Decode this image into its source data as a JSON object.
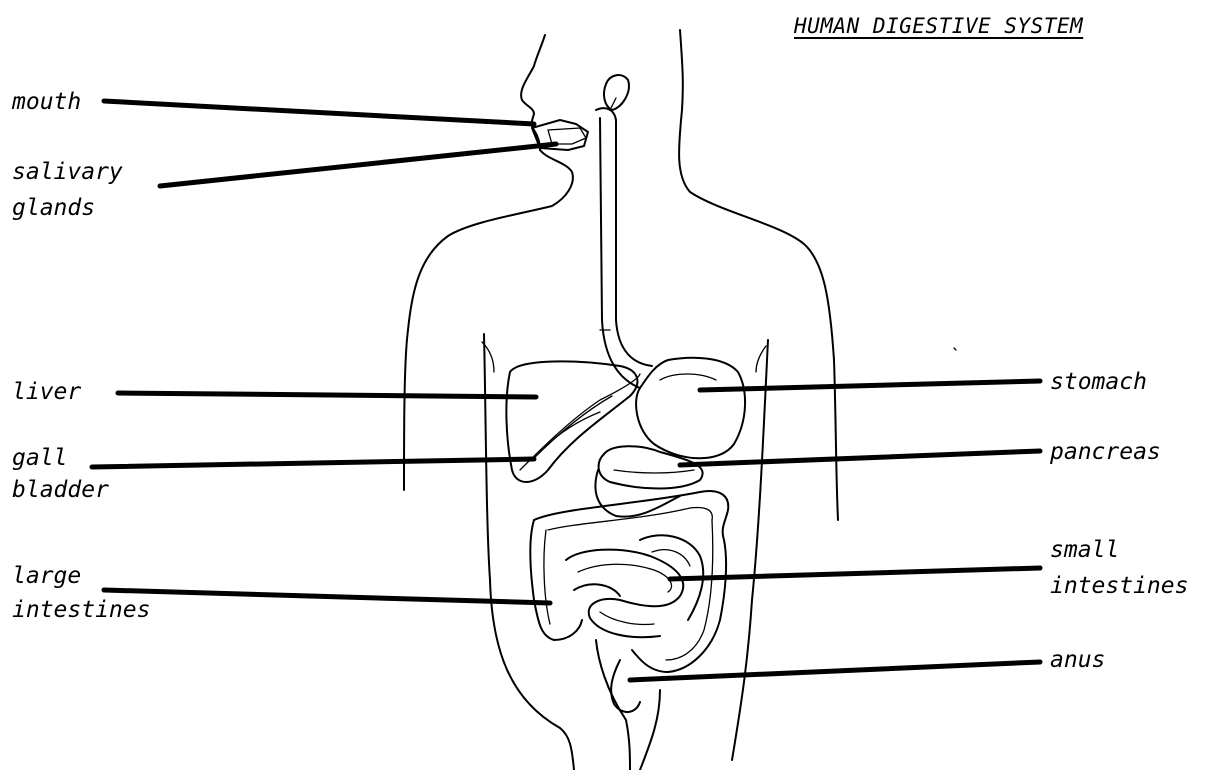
{
  "title": "HUMAN DIGESTIVE SYSTEM",
  "labels": {
    "mouth": "mouth",
    "salivary_1": "salivary",
    "salivary_2": "glands",
    "liver": "liver",
    "gall_1": "gall",
    "gall_2": "bladder",
    "large_1": "large",
    "large_2": "intestines",
    "stomach": "stomach",
    "pancreas": "pancreas",
    "small_1": "small",
    "small_2": "intestines",
    "anus": "anus"
  },
  "colors": {
    "ink": "#000000",
    "paper": "#ffffff"
  }
}
